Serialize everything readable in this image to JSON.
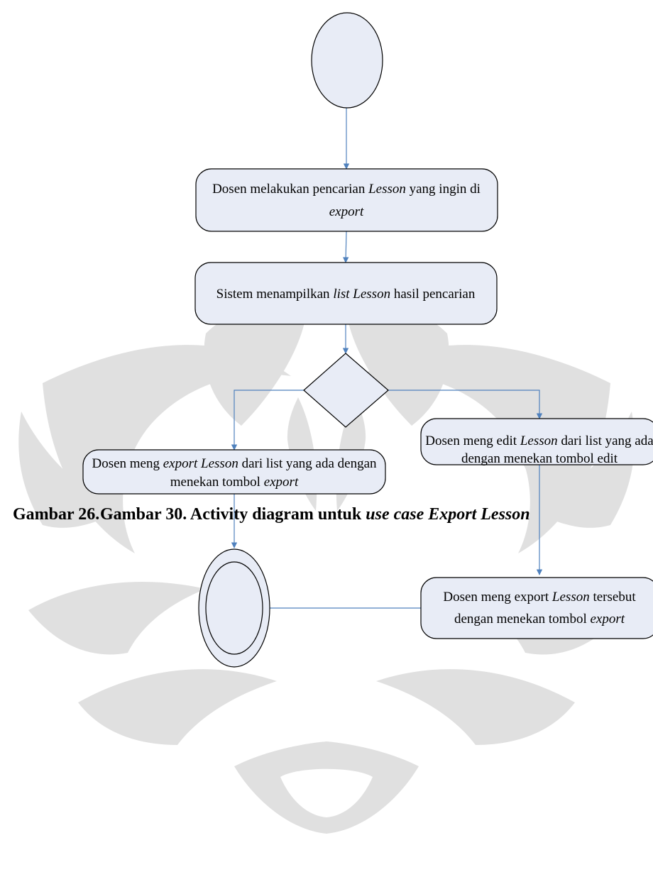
{
  "diagram": {
    "nodes": {
      "search_activity": {
        "line1": [
          "Dosen  melakukan pencarian ",
          "Lesson",
          " yang ingin di"
        ],
        "line2": [
          "export"
        ]
      },
      "list_activity": {
        "line1": [
          "Sistem menampilkan ",
          "list Lesson",
          " hasil pencarian"
        ]
      },
      "export_activity": {
        "line1": [
          "Dosen  meng ",
          "export Lesson",
          " dari list yang ada dengan"
        ],
        "line2": [
          "menekan tombol ",
          "export"
        ]
      },
      "edit_activity": {
        "line1": [
          "Dosen  meng edit ",
          "Lesson",
          " dari list yang ada"
        ],
        "line2": [
          "dengan menekan tombol edit"
        ]
      },
      "export_after_edit_activity": {
        "line1": [
          "Dosen  meng export ",
          "Lesson",
          " tersebut"
        ],
        "line2": [
          "dengan menekan tombol ",
          "export"
        ]
      }
    },
    "colors": {
      "node_fill": "#e8ecf6",
      "node_stroke": "#000000",
      "arrow": "#4f81bd",
      "watermark": "#d4d4d4"
    }
  },
  "caption": {
    "number": "Gambar 26.",
    "text": "Gambar 30. Activity diagram untuk ",
    "text_italic": "use case Export Lesson"
  }
}
